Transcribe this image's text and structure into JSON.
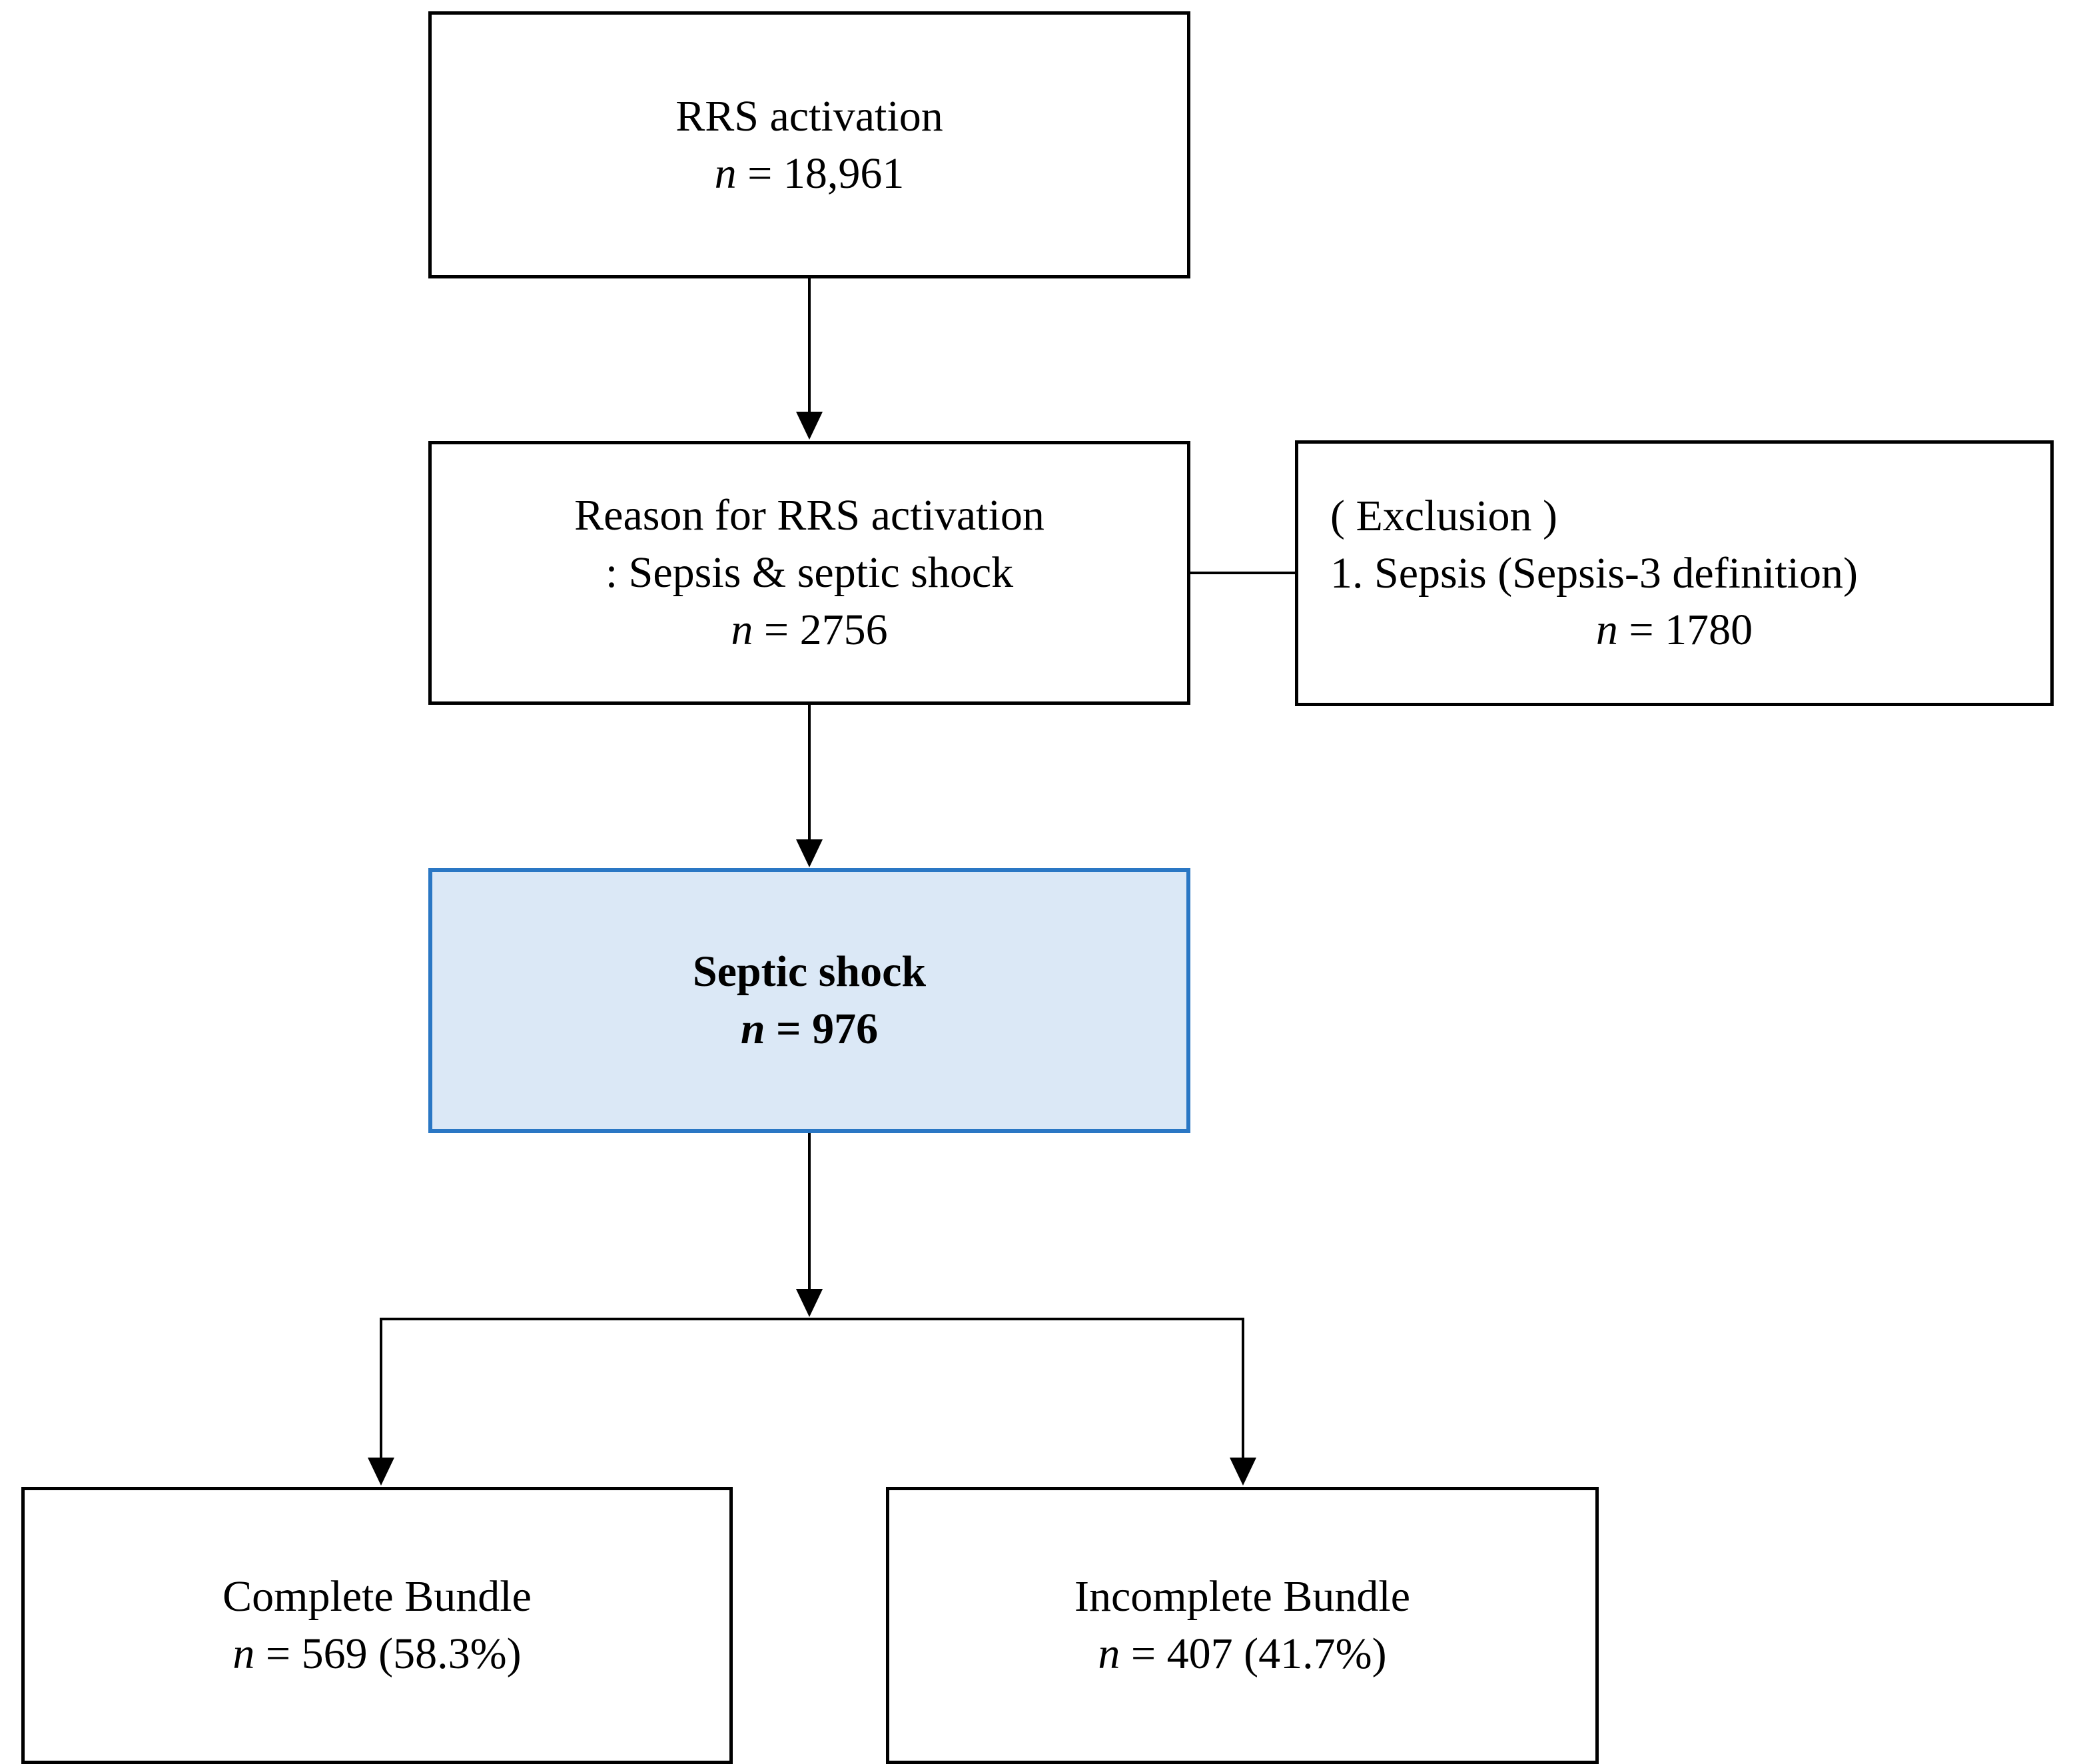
{
  "figure": {
    "type": "flowchart",
    "orientation": "top-to-bottom",
    "accent_color": "#2a77c4",
    "highlight_fill": "#dbe8f6",
    "line_color": "#000000",
    "background": "#ffffff"
  },
  "nodes": {
    "rrs_activation": {
      "title": "RRS activation",
      "n_label": "n",
      "n_value": "= 18,961",
      "count": 18961
    },
    "reason_for_activation": {
      "title": "Reason for RRS activation",
      "subtitle": ": Sepsis & septic shock",
      "n_label": "n",
      "n_value": "= 2756",
      "count": 2756
    },
    "exclusion": {
      "heading": "( Exclusion )",
      "item_1": "1.  Sepsis (Sepsis-3 definition)",
      "n_label": "n",
      "n_value": "= 1780",
      "count": 1780
    },
    "septic_shock": {
      "title": "Septic shock",
      "n_label": "n",
      "n_value": "= 976",
      "count": 976
    },
    "complete_bundle": {
      "title": "Complete Bundle",
      "n_label": "n",
      "n_value": "= 569 (58.3%)",
      "count": 569,
      "percent": 58.3
    },
    "incomplete_bundle": {
      "title": "Incomplete Bundle",
      "n_label": "n",
      "n_value": "= 407 (41.7%)",
      "count": 407,
      "percent": 41.7
    }
  },
  "edges": [
    {
      "from": "rrs_activation",
      "to": "reason_for_activation",
      "style": "arrow-down"
    },
    {
      "from": "reason_for_activation",
      "to": "exclusion",
      "style": "plain-right"
    },
    {
      "from": "reason_for_activation",
      "to": "septic_shock",
      "style": "arrow-down"
    },
    {
      "from": "septic_shock",
      "to": "complete_bundle",
      "style": "arrow-split-down"
    },
    {
      "from": "septic_shock",
      "to": "incomplete_bundle",
      "style": "arrow-split-down"
    }
  ]
}
